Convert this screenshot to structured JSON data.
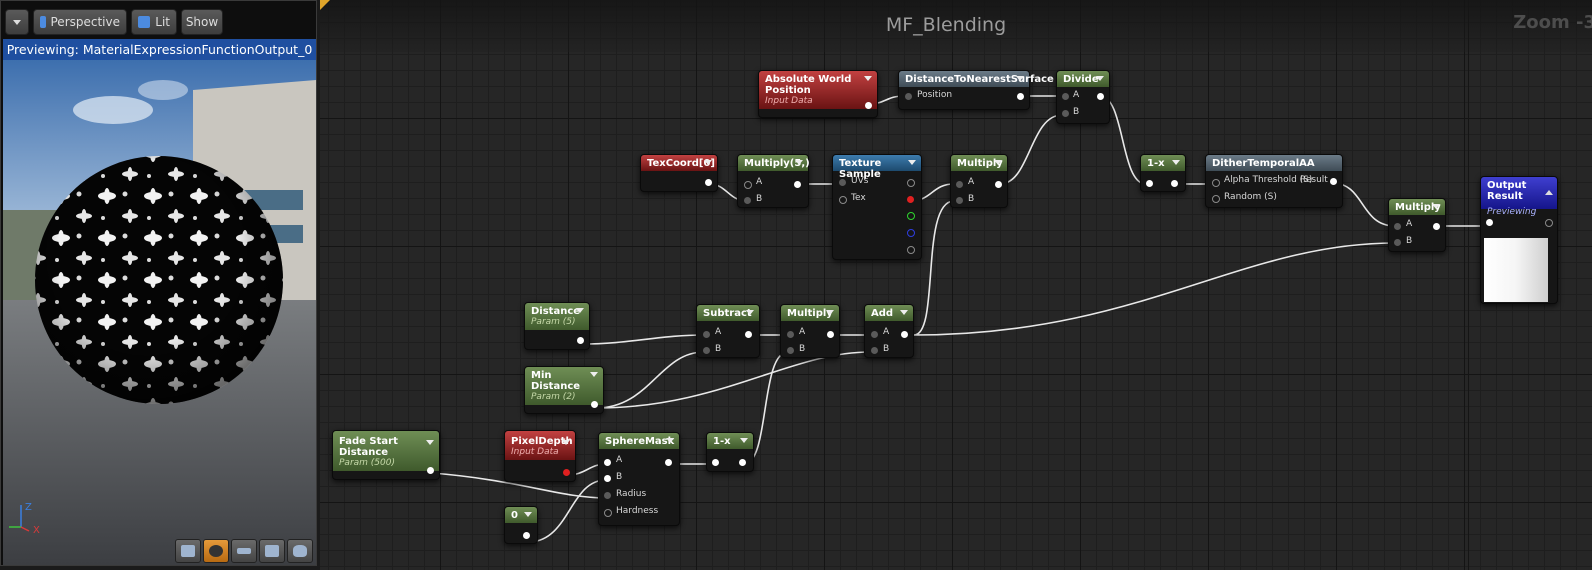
{
  "viewport": {
    "dropdown_icon": "chevron-down-icon",
    "perspective_label": "Perspective",
    "lit_label": "Lit",
    "show_label": "Show",
    "preview_text": "Previewing: MaterialExpressionFunctionOutput_0",
    "axis_z": "Z",
    "axis_x": "X",
    "preview_shapes": [
      "cylinder-icon",
      "sphere-icon",
      "plane-icon",
      "cube-icon",
      "teapot-icon"
    ]
  },
  "graph": {
    "title": "MF_Blending",
    "zoom_label": "Zoom -3"
  },
  "nodes": {
    "abs_world_pos": {
      "title": "Absolute World Position",
      "sub": "Input Data"
    },
    "dist_nearest": {
      "title": "DistanceToNearestSurface",
      "pin_position": "Position"
    },
    "divide": {
      "title": "Divide",
      "pin_a": "A",
      "pin_b": "B"
    },
    "texcoord": {
      "title": "TexCoord[0]"
    },
    "multiply5": {
      "title": "Multiply(5,)",
      "pin_a": "A",
      "pin_b": "B"
    },
    "texture_sample": {
      "title": "Texture Sample",
      "pin_uvs": "UVs",
      "pin_tex": "Tex"
    },
    "multiply1": {
      "title": "Multiply",
      "pin_a": "A",
      "pin_b": "B"
    },
    "one_minus_1": {
      "title": "1-x"
    },
    "dither": {
      "title": "DitherTemporalAA",
      "pin_alpha": "Alpha Threshold (S)",
      "pin_result": "Result",
      "pin_random": "Random (S)"
    },
    "multiply_final": {
      "title": "Multiply",
      "pin_a": "A",
      "pin_b": "B"
    },
    "output": {
      "title": "Output Result",
      "sub": "Previewing"
    },
    "distance": {
      "title": "Distance",
      "sub": "Param (5)"
    },
    "subtract": {
      "title": "Subtract",
      "pin_a": "A",
      "pin_b": "B"
    },
    "multiply2": {
      "title": "Multiply",
      "pin_a": "A",
      "pin_b": "B"
    },
    "add": {
      "title": "Add",
      "pin_a": "A",
      "pin_b": "B"
    },
    "min_distance": {
      "title": "Min Distance",
      "sub": "Param (2)"
    },
    "fade_start": {
      "title": "Fade Start Distance",
      "sub": "Param (500)"
    },
    "pixel_depth": {
      "title": "PixelDepth",
      "sub": "Input Data"
    },
    "sphere_mask": {
      "title": "SphereMask",
      "pin_a": "A",
      "pin_b": "B",
      "pin_radius": "Radius",
      "pin_hardness": "Hardness"
    },
    "one_minus_2": {
      "title": "1-x"
    },
    "zero": {
      "title": "0"
    }
  }
}
